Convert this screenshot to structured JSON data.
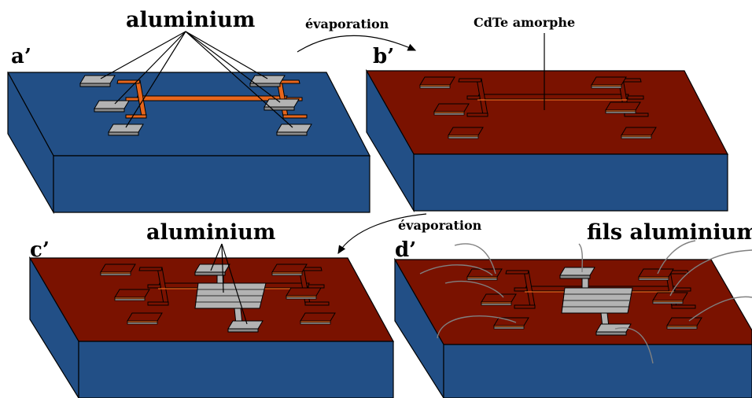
{
  "colors": {
    "substrate_blue": "#224f86",
    "substrate_red": "#7a1200",
    "electrode_orange": "#e8661c",
    "aluminium_gray": "#b3b3b3",
    "wire_gray": "#808080"
  },
  "panels": {
    "a": "a’",
    "b": "b’",
    "c": "c’",
    "d": "d’"
  },
  "labels": {
    "aluminium_top": "aluminium",
    "evaporation_top": "évaporation",
    "cdte": "CdTe amorphe",
    "aluminium_bottom": "aluminium",
    "evaporation_bottom": "évaporation",
    "fils": "fils aluminium"
  }
}
